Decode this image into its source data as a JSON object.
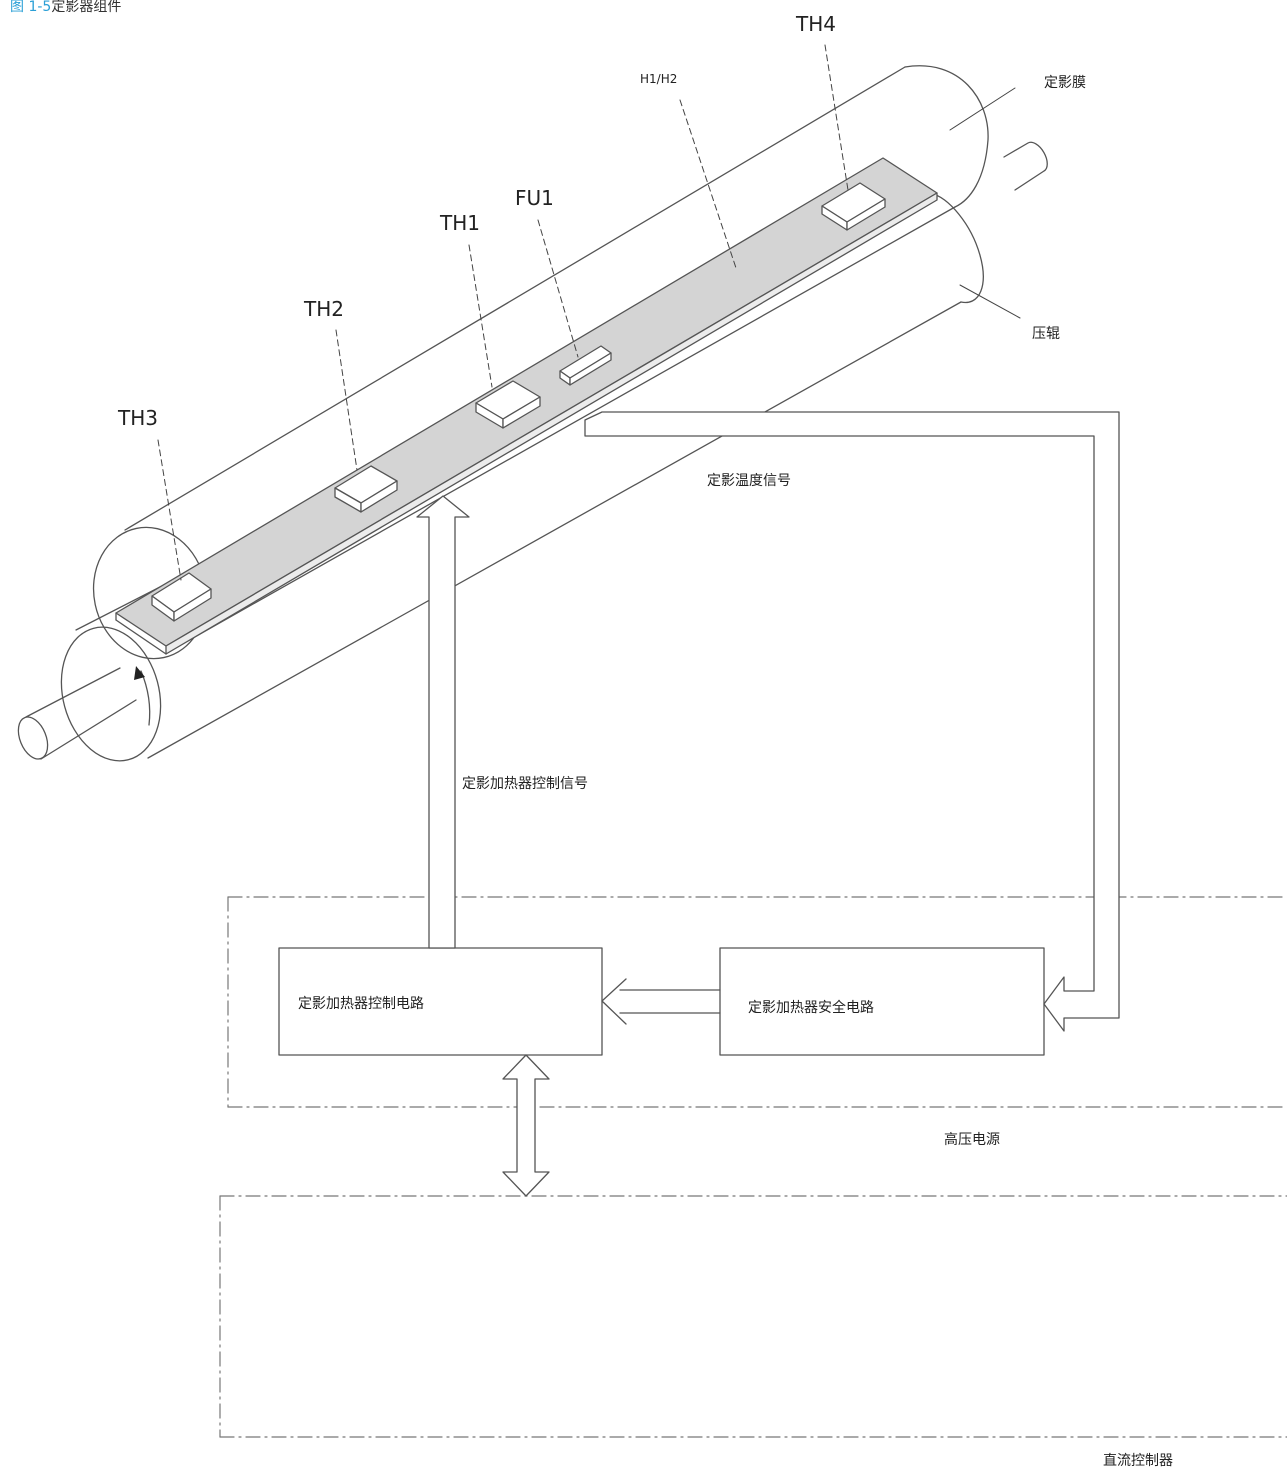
{
  "caption": {
    "number": "图 1-5",
    "text": "定影器组件"
  },
  "labels": {
    "th4": "TH4",
    "h1h2": "H1/H2",
    "fixing_film": "定影膜",
    "fu1": "FU1",
    "th1": "TH1",
    "th2": "TH2",
    "pressure_roller": "压辊",
    "th3": "TH3",
    "temp_signal": "定影温度信号",
    "heater_control_signal": "定影加热器控制信号",
    "heater_control_circuit": "定影加热器控制电路",
    "heater_safety_circuit": "定影加热器安全电路",
    "hv_power": "高压电源",
    "dc_controller": "直流控制器"
  },
  "colors": {
    "caption_accent": "#2a9fd6",
    "heater_fill": "#d4d4d4",
    "line": "#555555"
  }
}
